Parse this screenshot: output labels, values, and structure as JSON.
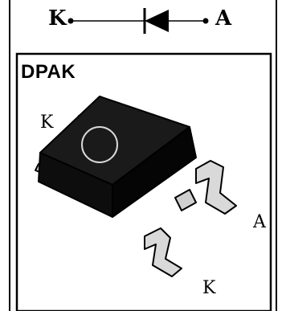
{
  "symbol": {
    "cathode_label": "K",
    "anode_label": "A"
  },
  "package": {
    "title": "DPAK",
    "pin_cathode_label": "K",
    "pin_anode_label": "A",
    "pin_cathode_bottom_label": "K"
  },
  "colors": {
    "ink": "#000000",
    "body": "#111111",
    "lead": "#d9d9d9",
    "background": "#ffffff"
  }
}
